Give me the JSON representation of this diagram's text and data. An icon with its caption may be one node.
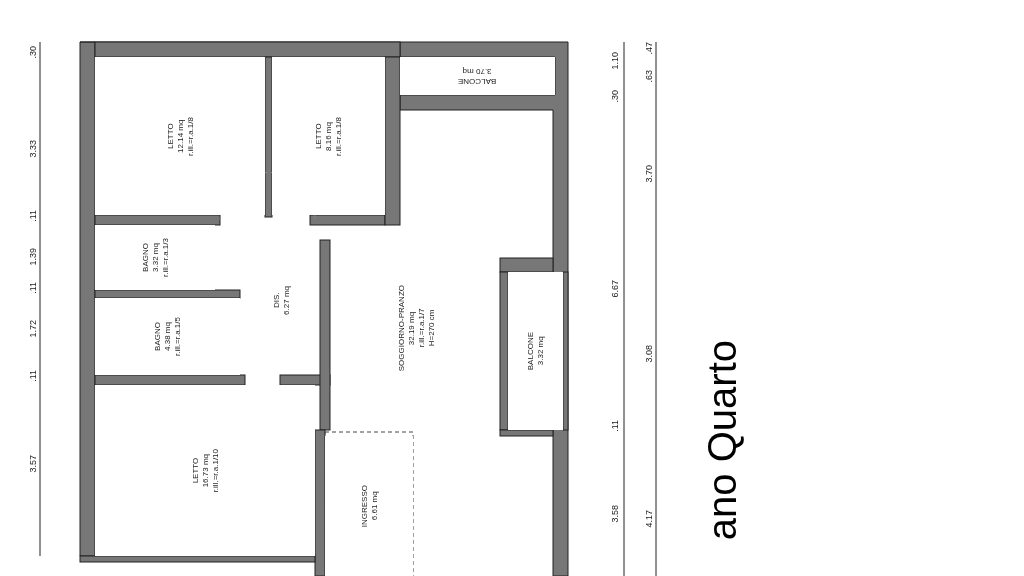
{
  "diagram": {
    "title": "ano Quarto",
    "nodes": [
      {
        "text": [
          "LETTO",
          "12.14 mq",
          "r.ill.=r.a.1/8"
        ]
      },
      {
        "text": [
          "LETTO",
          "8.16 mq",
          "r.ill.=r.a.1/8"
        ]
      },
      {
        "text": [
          "BALCONE",
          "3.70 mq"
        ]
      },
      {
        "text": [
          "BAGNO",
          "3.32 mq",
          "r.ill.=r.a.1/3"
        ]
      },
      {
        "text": [
          "DIS.",
          "6.27 mq"
        ]
      },
      {
        "text": [
          "BAGNO",
          "4.38 mq",
          "r.ill.=r.a.1/5"
        ]
      },
      {
        "text": [
          "SOGGIORNO-PRANZO",
          "32.19 mq",
          "r.ill.=r.a.1/7",
          "H=270 cm"
        ]
      },
      {
        "text": [
          "BALCONE",
          "3.32 mq"
        ]
      },
      {
        "text": [
          "LETTO",
          "16.73 mq",
          "r.ill.=r.a.1/10"
        ]
      },
      {
        "text": [
          "INGRESSO",
          "6.61 mq"
        ]
      }
    ],
    "edges": [],
    "labels": [
      ".30",
      "3.33",
      ".11",
      "1.39",
      ".11",
      "1.72",
      ".11",
      "3.57",
      "1.10",
      ".30",
      "6.67",
      ".11",
      "3.58",
      ".47",
      ".63",
      "3.70",
      "3.08",
      "4.17"
    ]
  }
}
